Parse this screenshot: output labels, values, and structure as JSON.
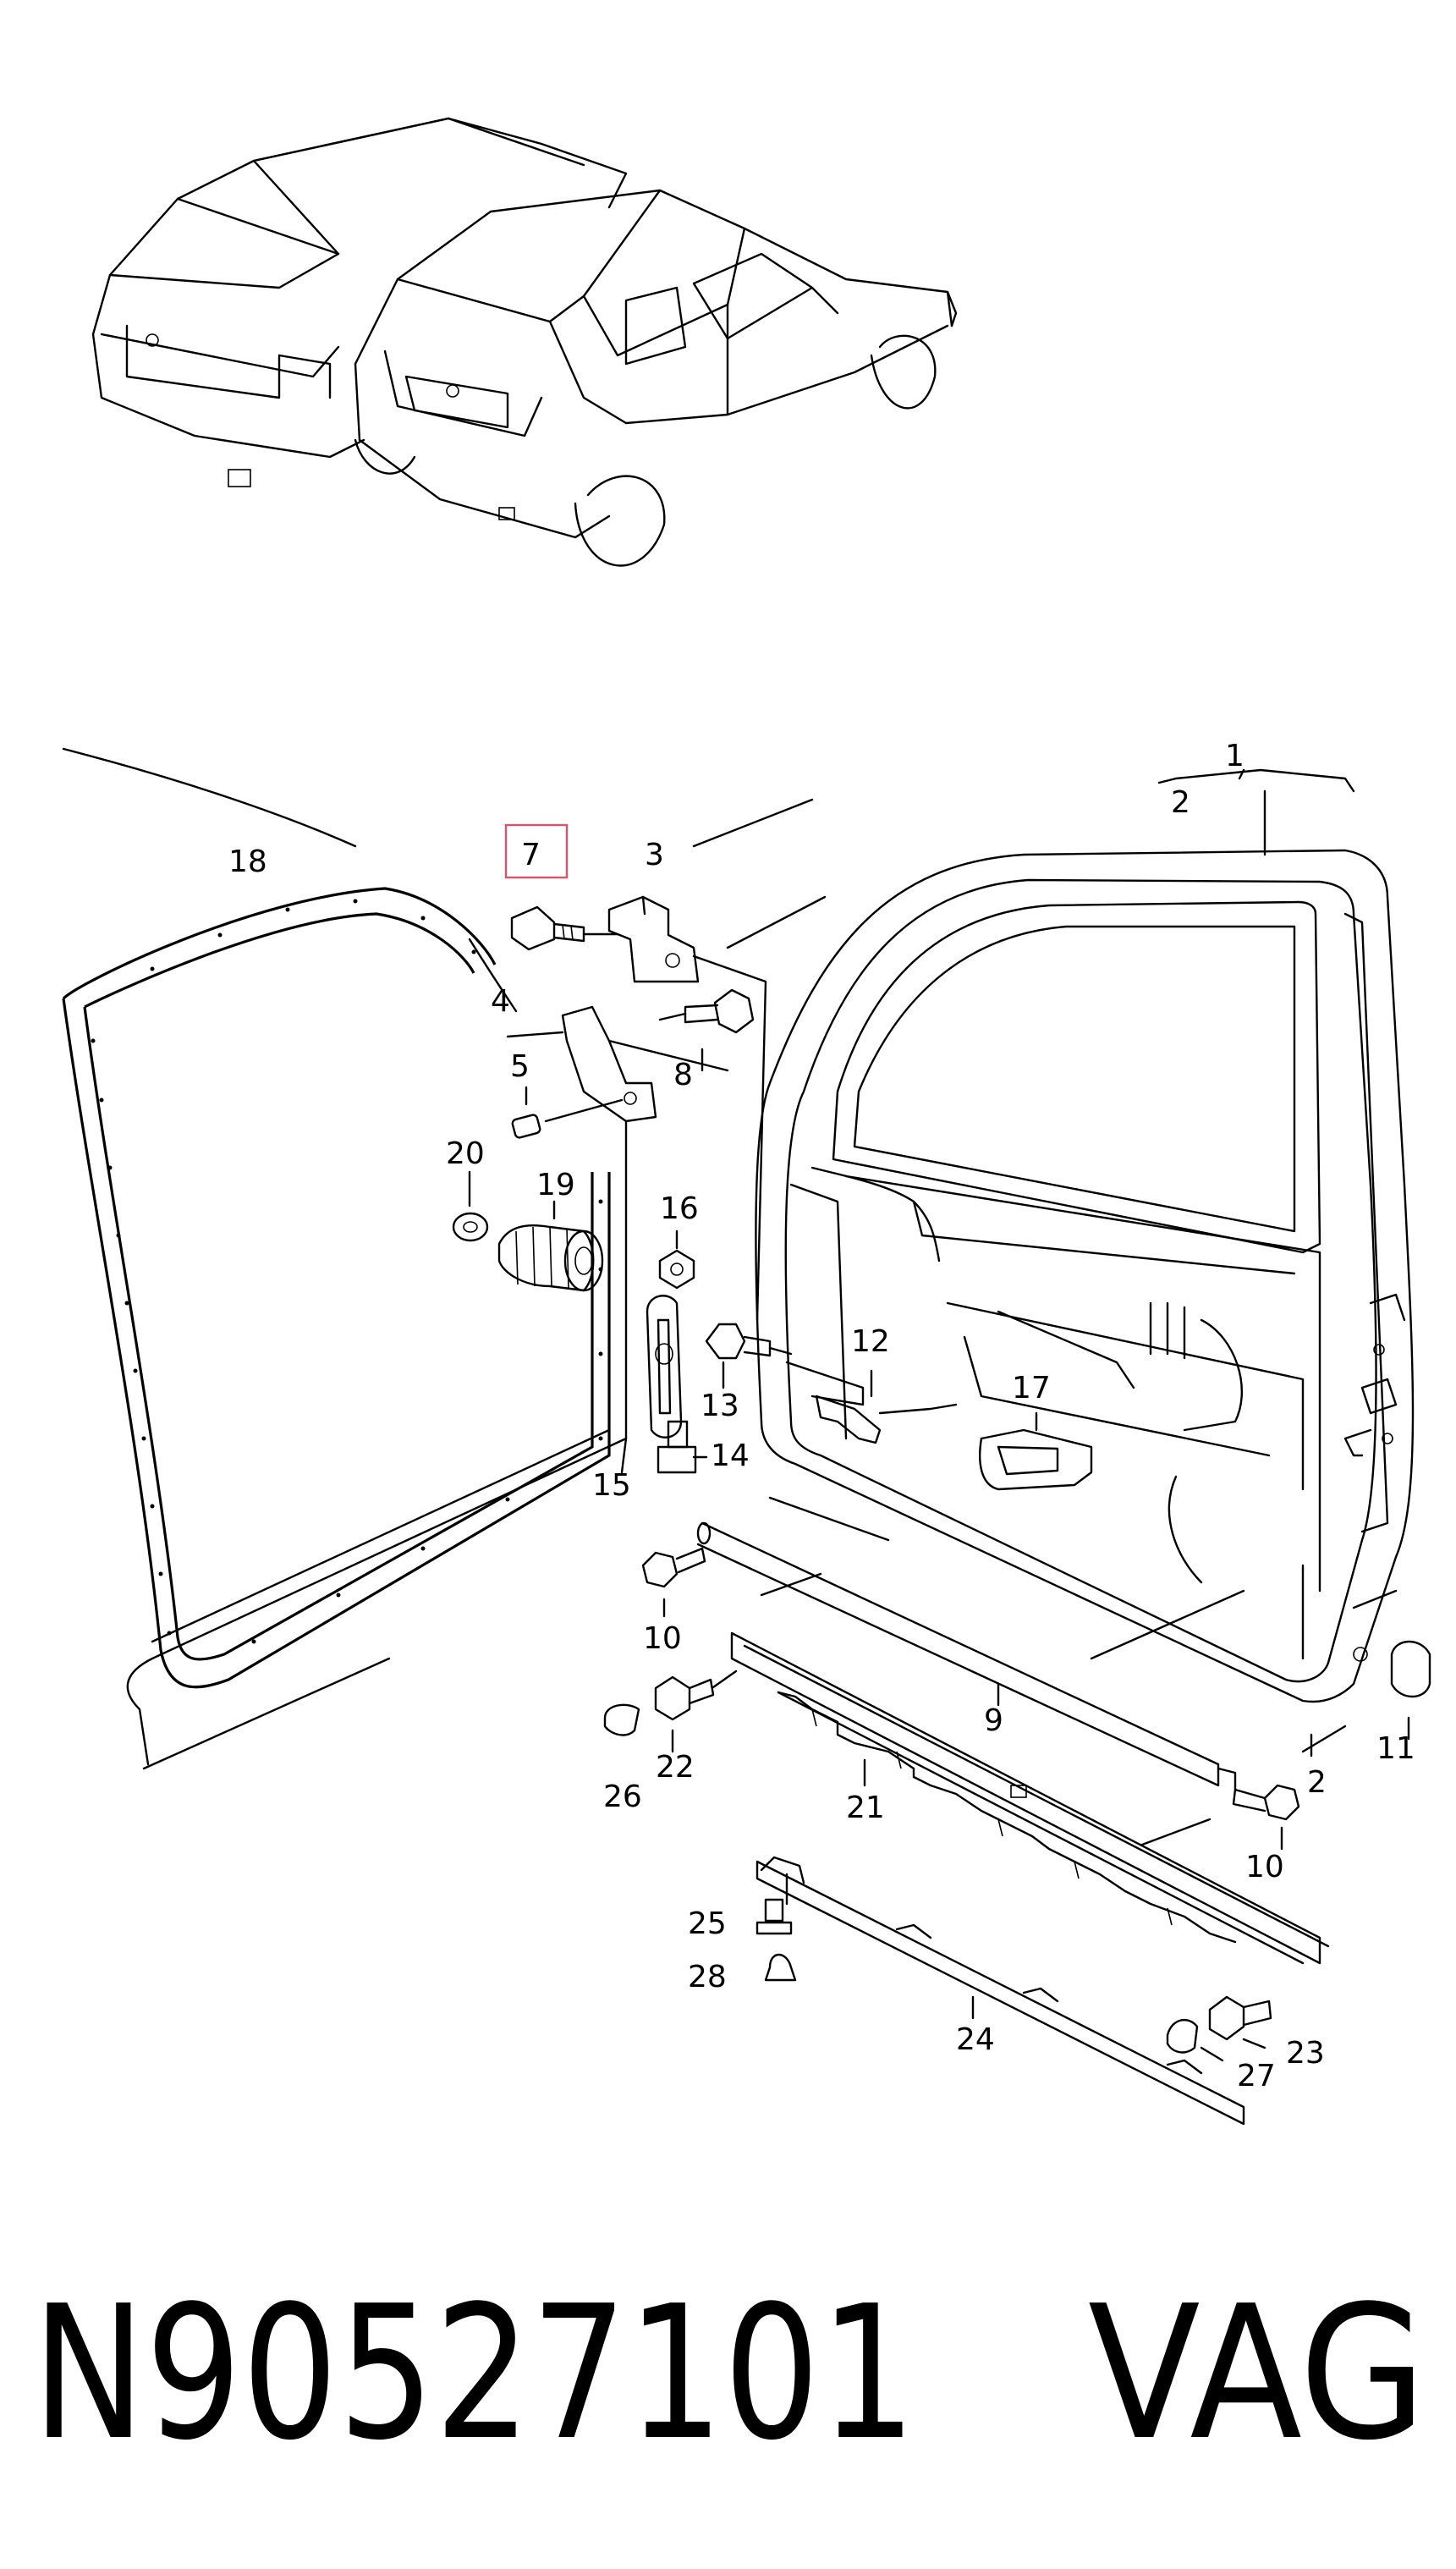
{
  "callouts": {
    "c1": "1",
    "c2a": "2",
    "c2b": "2",
    "c3": "3",
    "c4": "4",
    "c5": "5",
    "c7": "7",
    "c8": "8",
    "c9": "9",
    "c10a": "10",
    "c10b": "10",
    "c11": "11",
    "c12": "12",
    "c13": "13",
    "c14": "14",
    "c15": "15",
    "c16": "16",
    "c17": "17",
    "c18": "18",
    "c19": "19",
    "c20": "20",
    "c21": "21",
    "c22": "22",
    "c23": "23",
    "c24": "24",
    "c25": "25",
    "c26": "26",
    "c27": "27",
    "c28": "28"
  },
  "highlighted_callout": "7",
  "highlight_color": "#d9546a",
  "part_number": "N90527101",
  "brand": "VAG"
}
